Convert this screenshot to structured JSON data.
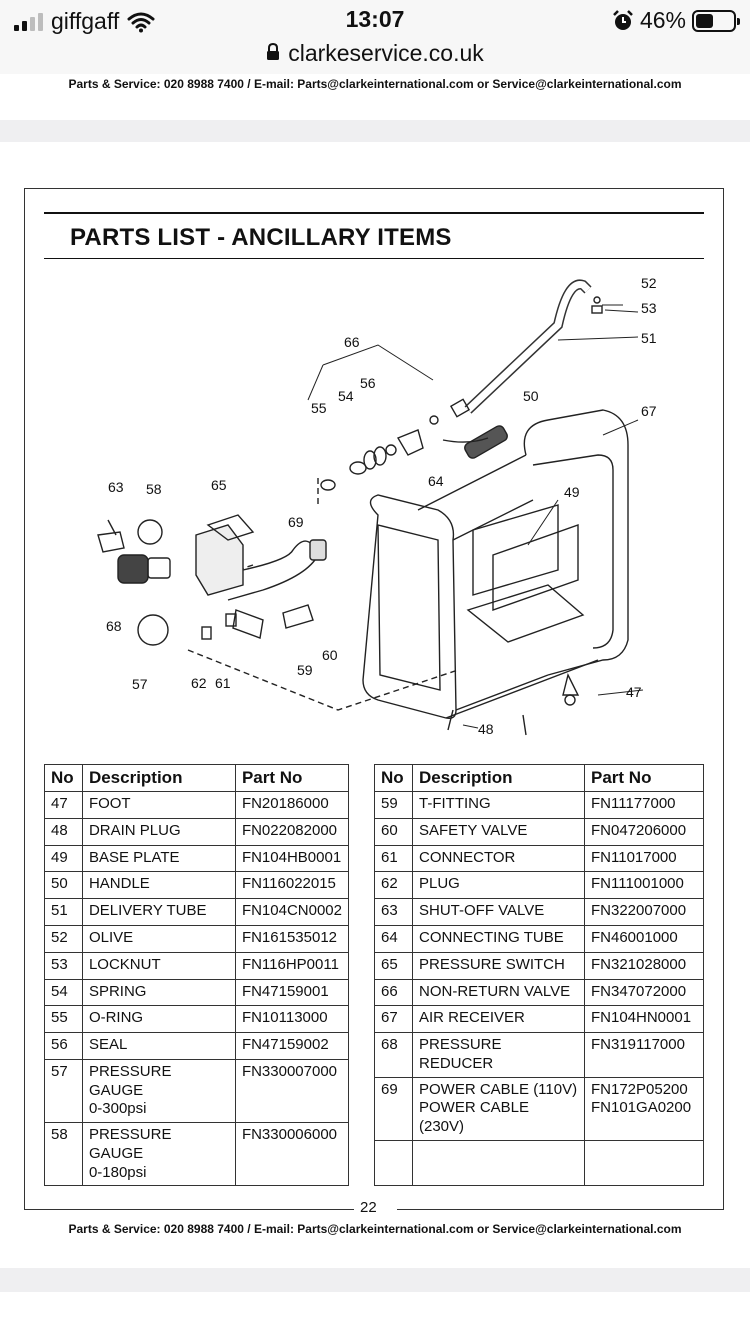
{
  "status_bar": {
    "carrier": "giffgaff",
    "time": "13:07",
    "battery": "46%",
    "battery_fraction": 0.46
  },
  "url_bar": {
    "domain": "clarkeservice.co.uk"
  },
  "footer_text": "Parts & Service: 020 8988 7400 / E-mail: Parts@clarkeinternational.com or Service@clarkeinternational.com",
  "page": {
    "title": "PARTS LIST - ANCILLARY ITEMS",
    "page_number": "22"
  },
  "diagram_labels": [
    "52",
    "53",
    "51",
    "66",
    "56",
    "54",
    "55",
    "50",
    "67",
    "64",
    "63",
    "58",
    "65",
    "49",
    "69",
    "68",
    "60",
    "59",
    "57",
    "62",
    "61",
    "47",
    "48"
  ],
  "table_headers": {
    "no": "No",
    "description": "Description",
    "part_no": "Part No"
  },
  "parts_left": [
    {
      "no": "47",
      "description": "FOOT",
      "part_no": "FN20186000"
    },
    {
      "no": "48",
      "description": "DRAIN PLUG",
      "part_no": "FN022082000"
    },
    {
      "no": "49",
      "description": "BASE PLATE",
      "part_no": "FN104HB0001"
    },
    {
      "no": "50",
      "description": "HANDLE",
      "part_no": "FN116022015"
    },
    {
      "no": "51",
      "description": "DELIVERY TUBE",
      "part_no": "FN104CN0002"
    },
    {
      "no": "52",
      "description": "OLIVE",
      "part_no": "FN161535012"
    },
    {
      "no": "53",
      "description": "LOCKNUT",
      "part_no": "FN116HP0011"
    },
    {
      "no": "54",
      "description": "SPRING",
      "part_no": "FN47159001"
    },
    {
      "no": "55",
      "description": "O-RING",
      "part_no": "FN10113000"
    },
    {
      "no": "56",
      "description": "SEAL",
      "part_no": "FN47159002"
    },
    {
      "no": "57",
      "description": "PRESSURE GAUGE 0-300psi",
      "description_line1": "PRESSURE GAUGE",
      "description_line2": "0-300psi",
      "part_no": "FN330007000"
    },
    {
      "no": "58",
      "description": "PRESSURE GAUGE 0-180psi",
      "description_line1": "PRESSURE GAUGE",
      "description_line2": "0-180psi",
      "part_no": "FN330006000"
    }
  ],
  "parts_right": [
    {
      "no": "59",
      "description": "T-FITTING",
      "part_no": "FN11177000"
    },
    {
      "no": "60",
      "description": "SAFETY VALVE",
      "part_no": "FN047206000"
    },
    {
      "no": "61",
      "description": "CONNECTOR",
      "part_no": "FN11017000"
    },
    {
      "no": "62",
      "description": "PLUG",
      "part_no": "FN111001000"
    },
    {
      "no": "63",
      "description": "SHUT-OFF VALVE",
      "part_no": "FN322007000"
    },
    {
      "no": "64",
      "description": "CONNECTING TUBE",
      "part_no": "FN46001000"
    },
    {
      "no": "65",
      "description": "PRESSURE SWITCH",
      "part_no": "FN321028000"
    },
    {
      "no": "66",
      "description": "NON-RETURN VALVE",
      "part_no": "FN347072000"
    },
    {
      "no": "67",
      "description": "AIR RECEIVER",
      "part_no": "FN104HN0001"
    },
    {
      "no": "68",
      "description": "PRESSURE REDUCER",
      "part_no": "FN319117000"
    },
    {
      "no": "69",
      "description": "POWER CABLE (110V) POWER CABLE (230V)",
      "description_line1": "POWER CABLE (110V)",
      "description_line2": "POWER CABLE (230V)",
      "part_no": "FN172P05200 FN101GA0200",
      "part_no_line1": "FN172P05200",
      "part_no_line2": "FN101GA0200"
    }
  ]
}
